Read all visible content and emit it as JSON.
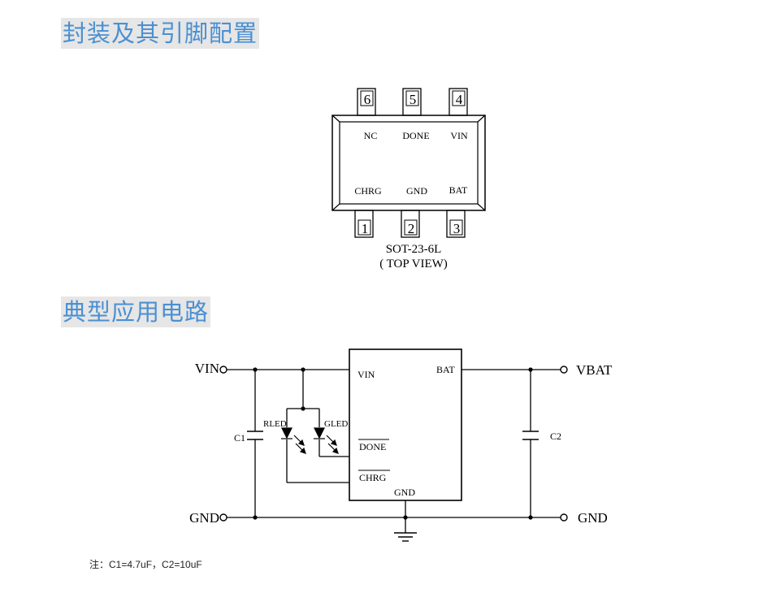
{
  "section1": {
    "title": "封装及其引脚配置"
  },
  "package": {
    "pins_top": [
      {
        "number": "6",
        "name": "NC"
      },
      {
        "number": "5",
        "name": "DONE"
      },
      {
        "number": "4",
        "name": "VIN"
      }
    ],
    "pins_bottom": [
      {
        "number": "1",
        "name": "CHRG"
      },
      {
        "number": "2",
        "name": "GND"
      },
      {
        "number": "3",
        "name": "BAT"
      }
    ],
    "caption_line1": "SOT-23-6L",
    "caption_line2": "( TOP VIEW)"
  },
  "section2": {
    "title": "典型应用电路"
  },
  "circuit": {
    "vin_terminal": "VIN",
    "gnd_terminal_left": "GND",
    "vbat_terminal": "VBAT",
    "gnd_terminal_right": "GND",
    "c1": "C1",
    "c2": "C2",
    "rled": "RLED",
    "gled": "GLED",
    "ic_vin": "VIN",
    "ic_bat": "BAT",
    "ic_done": "DONE",
    "ic_chrg": "CHRG",
    "ic_gnd": "GND"
  },
  "note": "注：C1=4.7uF，C2=10uF"
}
